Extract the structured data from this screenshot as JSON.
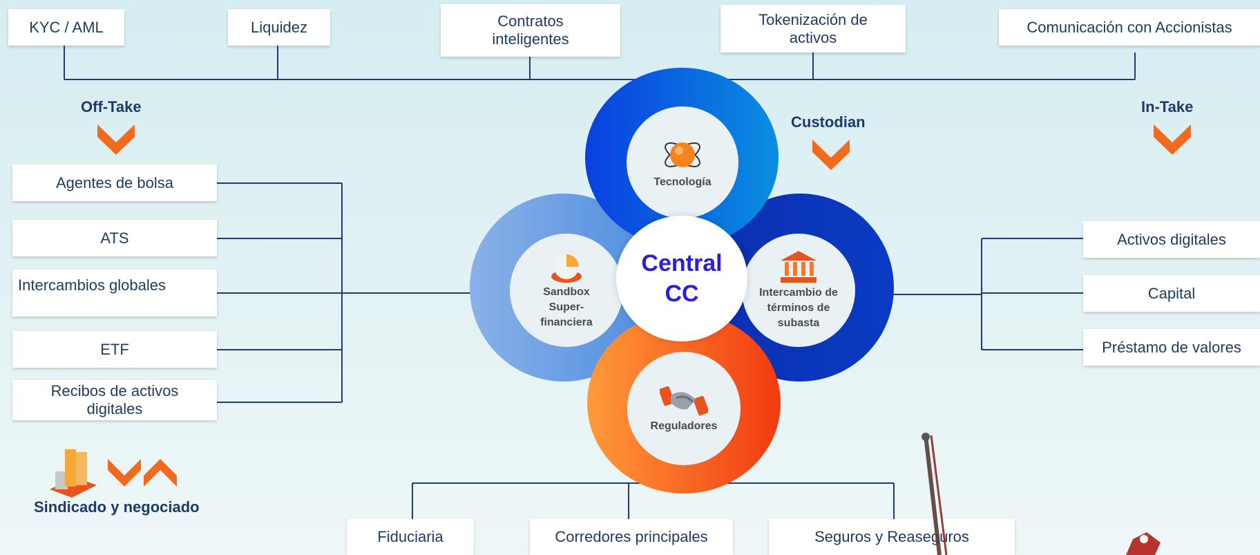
{
  "top_boxes": [
    "KYC / AML",
    "Liquidez",
    "Contratos inteligentes",
    "Tokenización de activos",
    "Comunicación con Accionistas"
  ],
  "labels": {
    "off_take": "Off-Take",
    "custodian": "Custodian",
    "in_take": "In-Take",
    "syndicated": "Sindicado y negociado"
  },
  "left_boxes": [
    "Agentes de bolsa",
    "ATS",
    "Intercambios globales",
    "ETF",
    "Recibos de activos digitales"
  ],
  "right_boxes": [
    "Activos digitales",
    "Capital",
    "Préstamo de valores"
  ],
  "bottom_boxes": [
    "Fiduciaria",
    "Corredores principales",
    "Seguros y Reaseguros"
  ],
  "center": {
    "line1": "Central",
    "line2": "CC"
  },
  "petals": {
    "top": "Tecnología",
    "left": "Sandbox Super-financiera",
    "right": "Intercambio de términos de subasta",
    "bottom": "Reguladores"
  },
  "colors": {
    "line": "#1f3a6e",
    "chevron": "#f26b1d",
    "text": "#1f3a5f",
    "center_text": "#2a1ed6"
  }
}
